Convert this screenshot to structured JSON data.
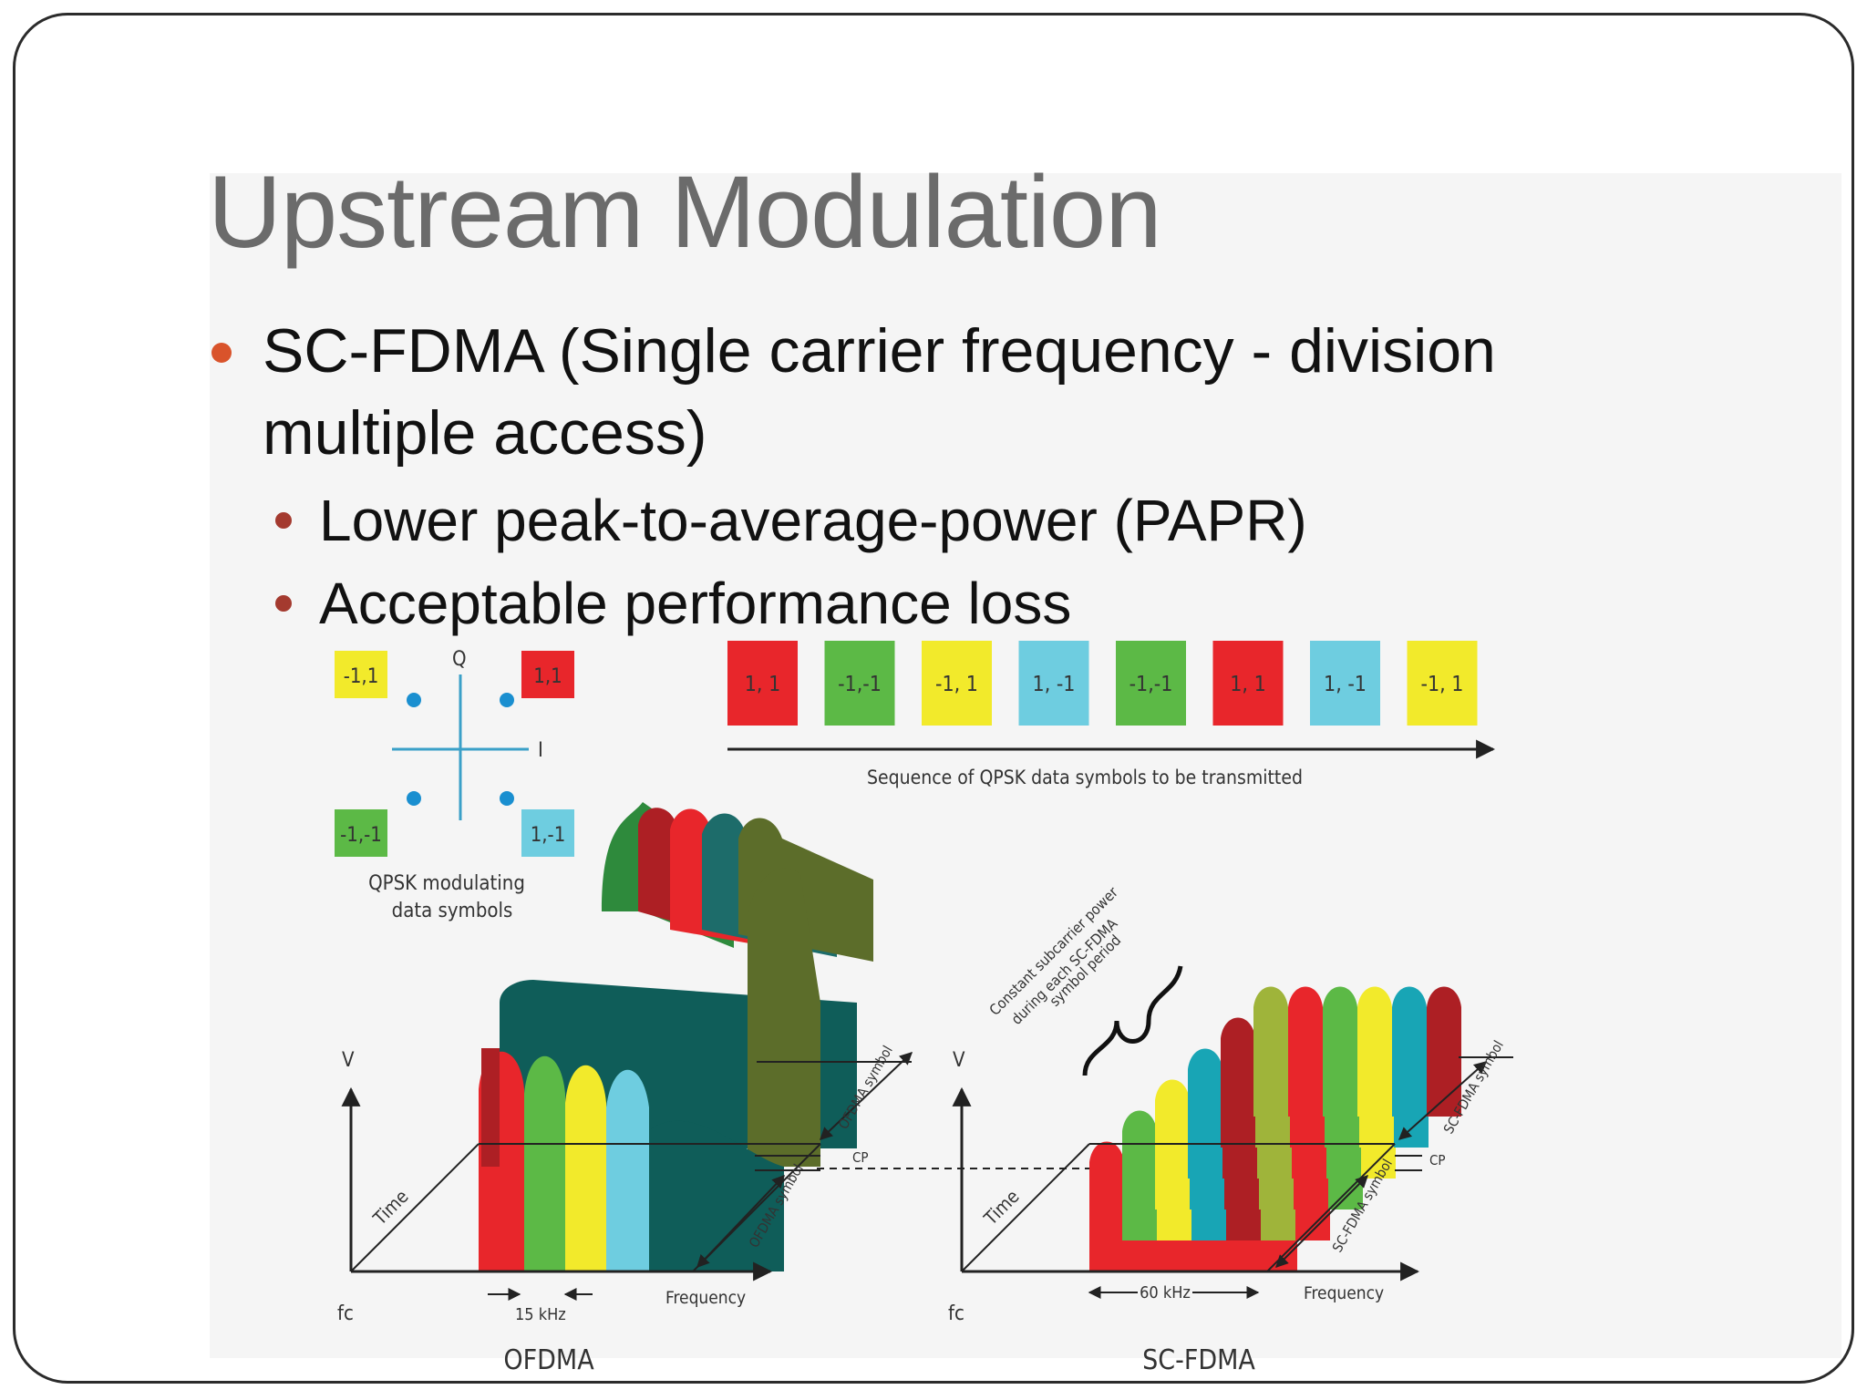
{
  "slide": {
    "title": "Upstream Modulation",
    "bullets": [
      {
        "text": "SC-FDMA (Single carrier frequency - division multiple access)"
      }
    ],
    "sub_bullets": [
      {
        "text": "Lower peak-to-average-power (PAPR)"
      },
      {
        "text": "Acceptable performance loss"
      }
    ]
  },
  "figure": {
    "constellation": {
      "axis_q": "Q",
      "axis_i": "I",
      "symbols": [
        {
          "label": "-1,1",
          "color": "#f2ea2b"
        },
        {
          "label": "1,1",
          "color": "#e8262b"
        },
        {
          "label": "-1,-1",
          "color": "#5cb946"
        },
        {
          "label": "1,-1",
          "color": "#6ecde0"
        }
      ],
      "caption_line1": "QPSK modulating",
      "caption_line2": "data symbols"
    },
    "sequence": {
      "symbols": [
        {
          "label": "1, 1",
          "color": "#e8262b"
        },
        {
          "label": "-1,-1",
          "color": "#5cb946"
        },
        {
          "label": "-1, 1",
          "color": "#f2ea2b"
        },
        {
          "label": "1, -1",
          "color": "#6ecde0"
        },
        {
          "label": "-1,-1",
          "color": "#5cb946"
        },
        {
          "label": "1, 1",
          "color": "#e8262b"
        },
        {
          "label": "1, -1",
          "color": "#6ecde0"
        },
        {
          "label": "-1, 1",
          "color": "#f2ea2b"
        }
      ],
      "caption": "Sequence of QPSK data symbols to be transmitted"
    },
    "ofdma": {
      "axis_v": "V",
      "axis_time": "Time",
      "axis_fc": "fc",
      "axis_freq": "Frequency",
      "spacing": "15 kHz",
      "symbol_label_top": "OFDMA symbol",
      "cp": "CP",
      "symbol_label_bottom": "OFDMA symbol",
      "caption": "OFDMA"
    },
    "scfdma": {
      "axis_v": "V",
      "axis_time": "Time",
      "axis_fc": "fc",
      "axis_freq": "Frequency",
      "bandwidth": "60 kHz",
      "note_line1": "Constant subcarrier power",
      "note_line2": "during each SC-FDMA",
      "note_line3": "symbol period",
      "symbol_label_top": "SC-FDMA symbol",
      "cp": "CP",
      "symbol_label_bottom": "SC-FDMA symbol",
      "caption": "SC-FDMA"
    }
  }
}
